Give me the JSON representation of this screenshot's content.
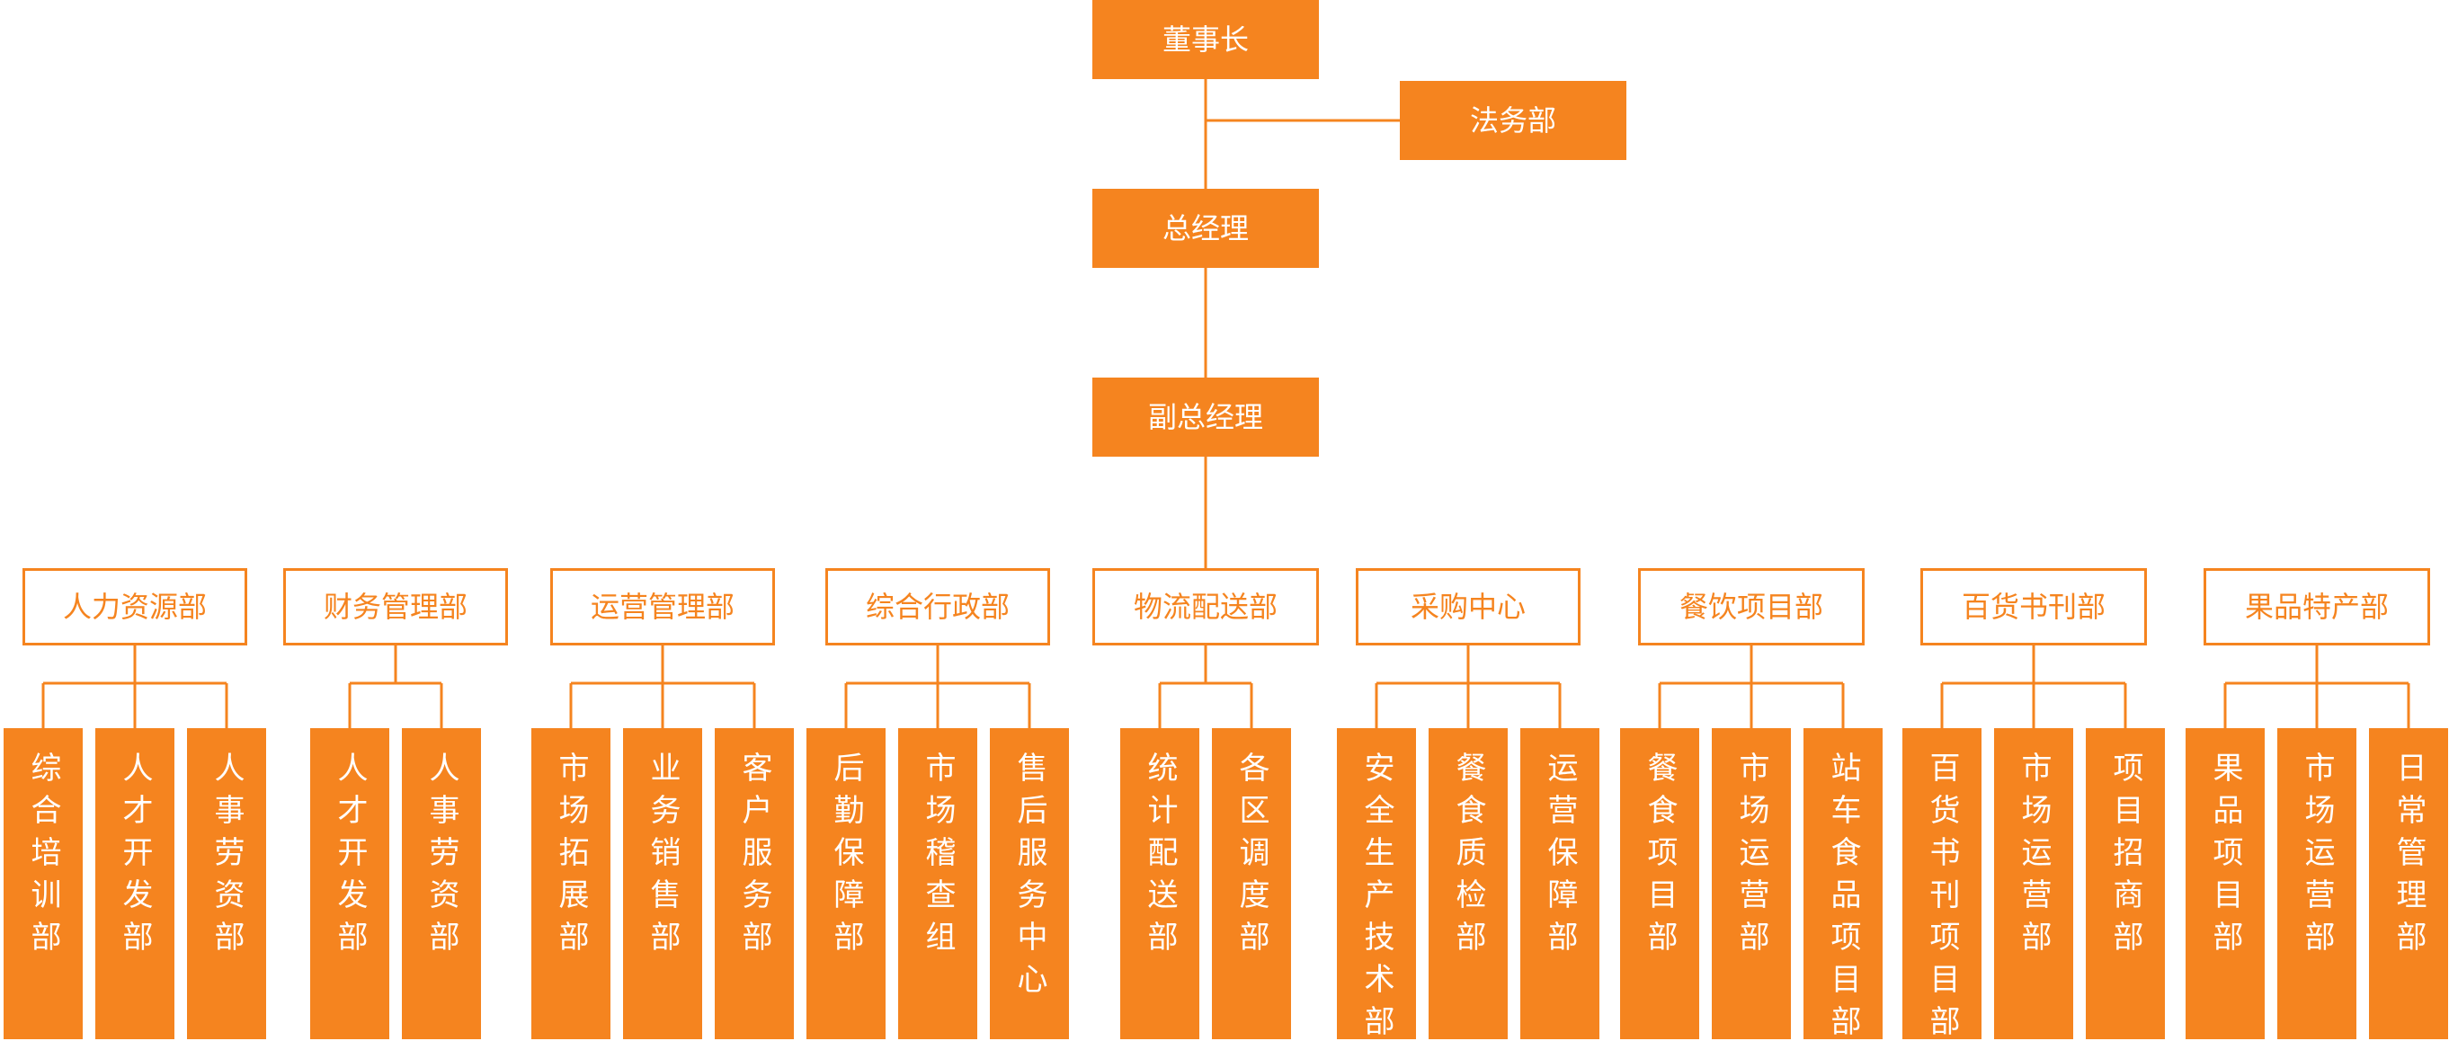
{
  "colors": {
    "accent": "#f5841f",
    "text_on_accent": "#ffffff",
    "background": "#ffffff"
  },
  "top": {
    "chairman": "董事长",
    "legal": "法务部",
    "gm": "总经理",
    "deputy_gm": "副总经理"
  },
  "departments": [
    {
      "name": "人力资源部",
      "subs": [
        "综合培训部",
        "人才开发部",
        "人事劳资部"
      ]
    },
    {
      "name": "财务管理部",
      "subs": [
        "人才开发部",
        "人事劳资部"
      ]
    },
    {
      "name": "运营管理部",
      "subs": [
        "市场拓展部",
        "业务销售部",
        "客户服务部"
      ]
    },
    {
      "name": "综合行政部",
      "subs": [
        "后勤保障部",
        "市场稽查组",
        "售后服务中心"
      ]
    },
    {
      "name": "物流配送部",
      "subs": [
        "统计配送部",
        "各区调度部"
      ]
    },
    {
      "name": "采购中心",
      "subs": [
        "安全生产技术部",
        "餐食质检部",
        "运营保障部"
      ]
    },
    {
      "name": "餐饮项目部",
      "subs": [
        "餐食项目部",
        "市场运营部",
        "站车食品项目部"
      ]
    },
    {
      "name": "百货书刊部",
      "subs": [
        "百货书刊项目部",
        "市场运营部",
        "项目招商部"
      ]
    },
    {
      "name": "果品特产部",
      "subs": [
        "果品项目部",
        "市场运营部",
        "日常管理部"
      ]
    }
  ]
}
